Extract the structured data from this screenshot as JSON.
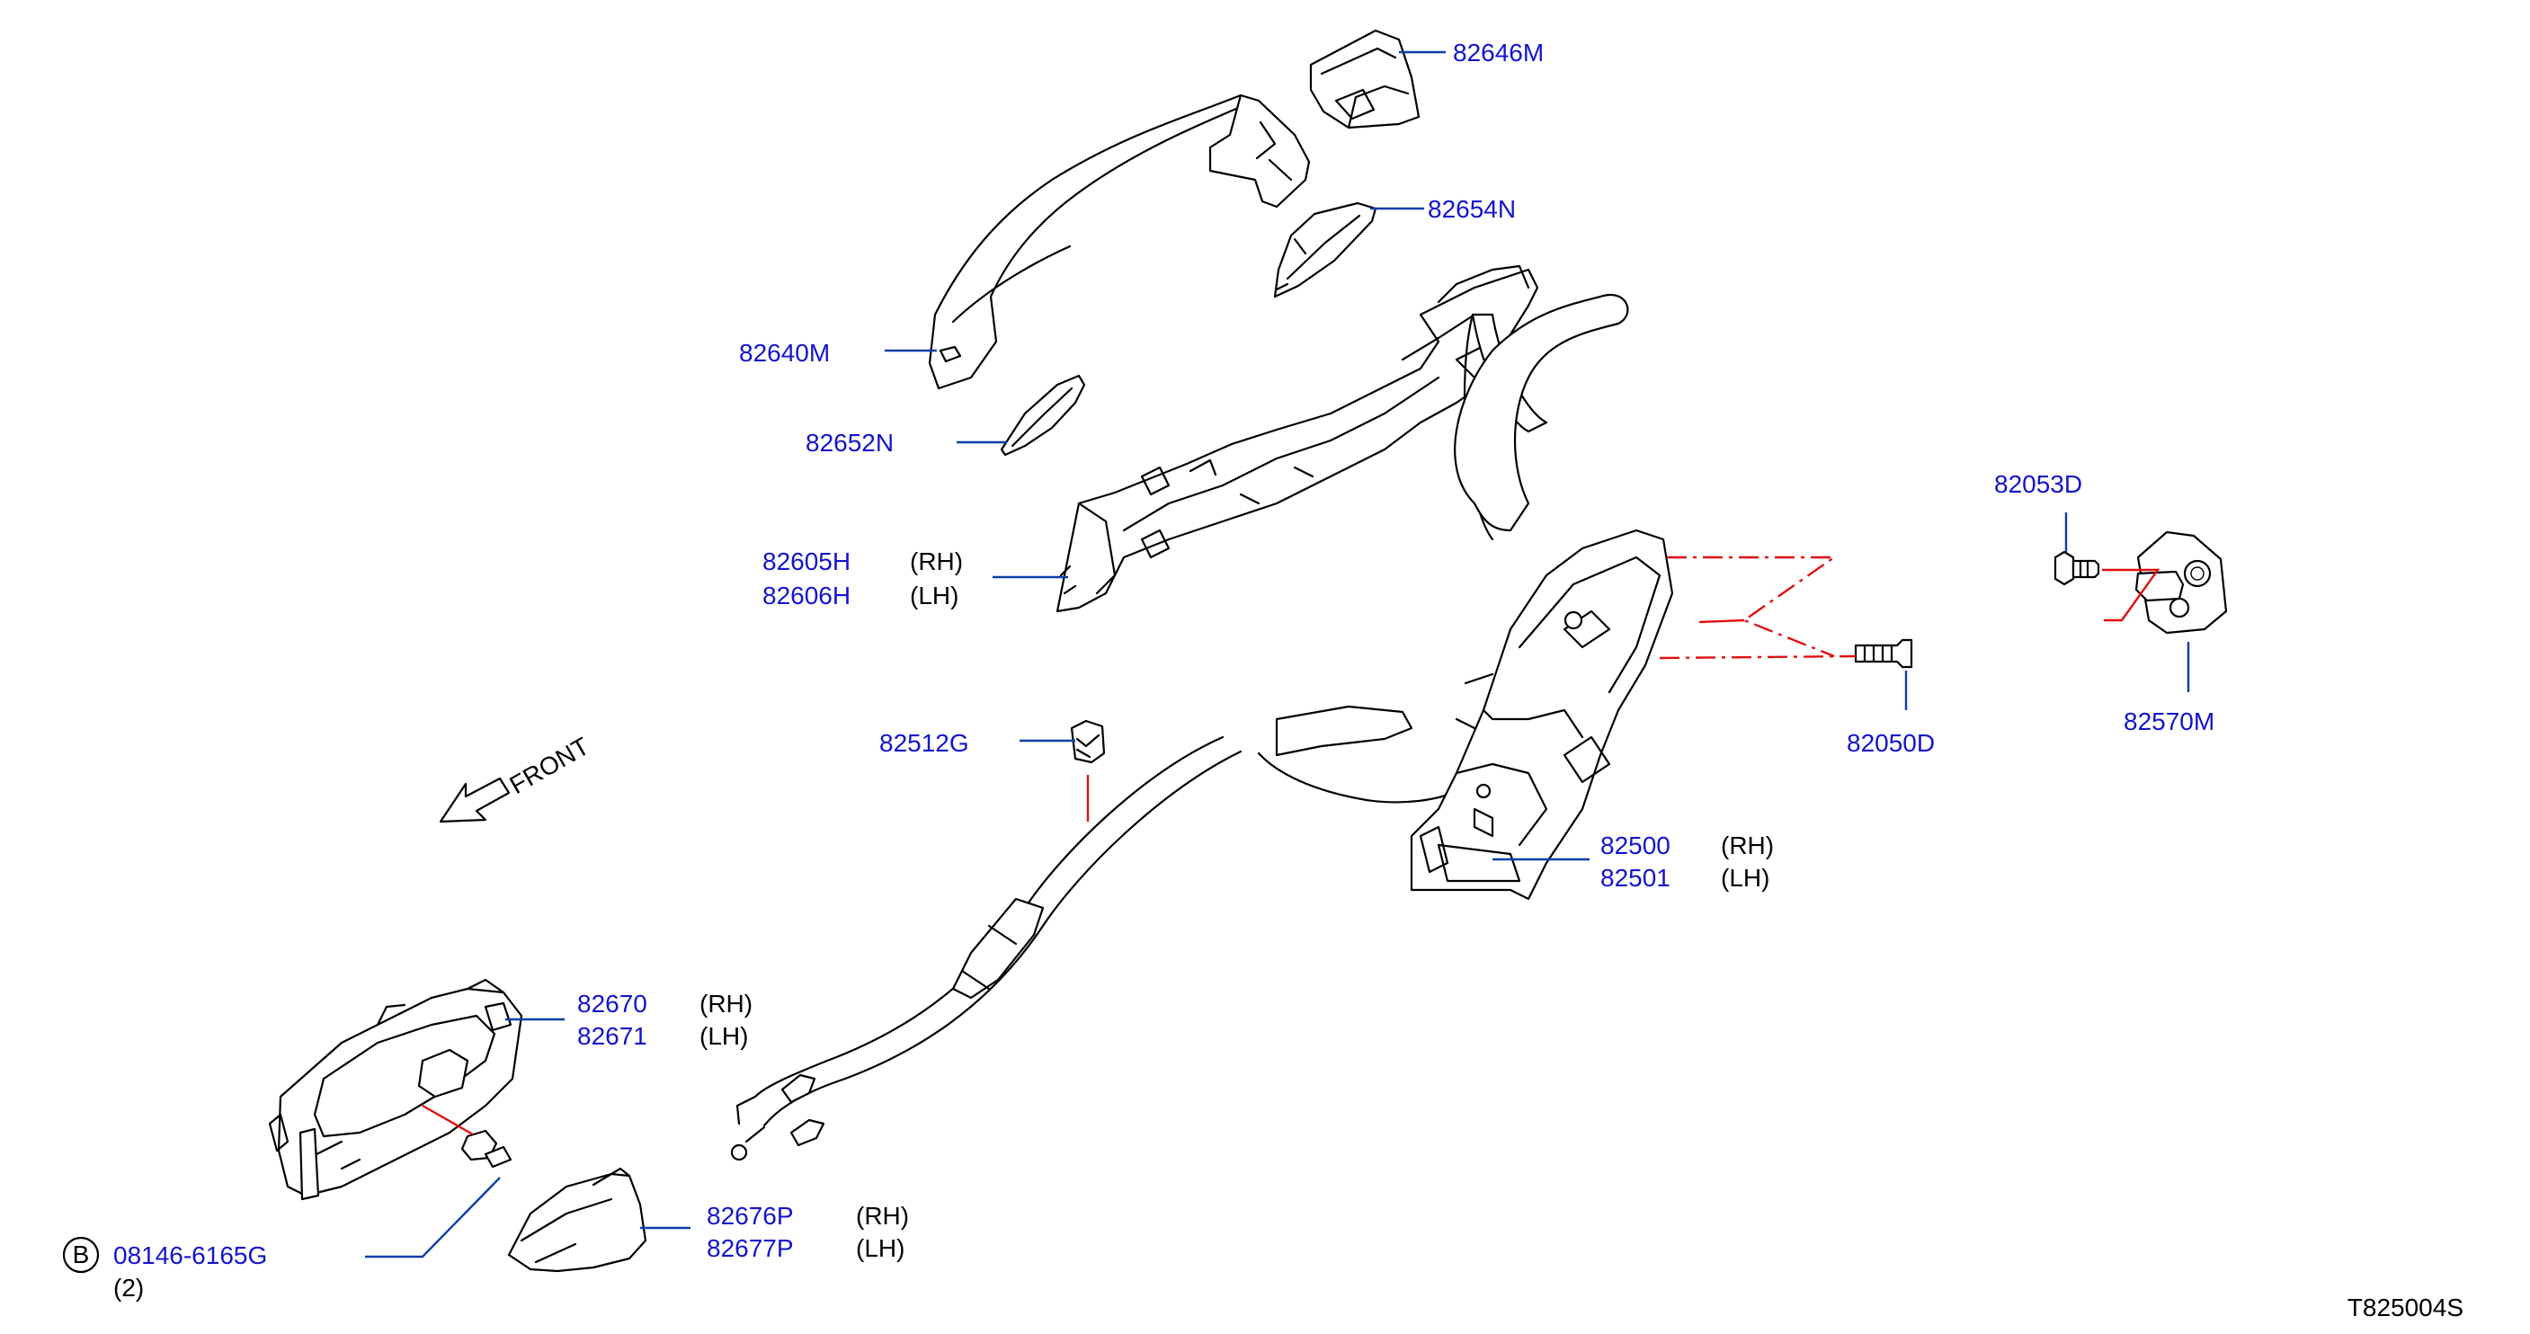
{
  "sheet_code": "T825004S",
  "front_label": "FRONT",
  "bolt_symbol": "B",
  "callouts": [
    {
      "id": "handle-cover",
      "part_numbers": [
        "82646M"
      ],
      "sides": []
    },
    {
      "id": "handle-gasket-rear",
      "part_numbers": [
        "82654N"
      ],
      "sides": []
    },
    {
      "id": "outside-handle",
      "part_numbers": [
        "82640M"
      ],
      "sides": []
    },
    {
      "id": "handle-gasket-front",
      "part_numbers": [
        "82652N"
      ],
      "sides": []
    },
    {
      "id": "handle-bracket",
      "part_numbers": [
        "82605H",
        "82606H"
      ],
      "sides": [
        "(RH)",
        "(LH)"
      ]
    },
    {
      "id": "clip",
      "part_numbers": [
        "82512G"
      ],
      "sides": []
    },
    {
      "id": "door-lock-actuator",
      "part_numbers": [
        "82500",
        "82501"
      ],
      "sides": [
        "(RH)",
        "(LH)"
      ]
    },
    {
      "id": "screw",
      "part_numbers": [
        "82050D"
      ],
      "sides": []
    },
    {
      "id": "striker-screw",
      "part_numbers": [
        "82053D"
      ],
      "sides": []
    },
    {
      "id": "striker",
      "part_numbers": [
        "82570M"
      ],
      "sides": []
    },
    {
      "id": "inside-handle",
      "part_numbers": [
        "82670",
        "82671"
      ],
      "sides": [
        "(RH)",
        "(LH)"
      ]
    },
    {
      "id": "escutcheon",
      "part_numbers": [
        "82676P",
        "82677P"
      ],
      "sides": [
        "(RH)",
        "(LH)"
      ]
    },
    {
      "id": "bolt",
      "part_numbers": [
        "08146-6165G"
      ],
      "sides": [],
      "quantity": "(2)"
    }
  ]
}
